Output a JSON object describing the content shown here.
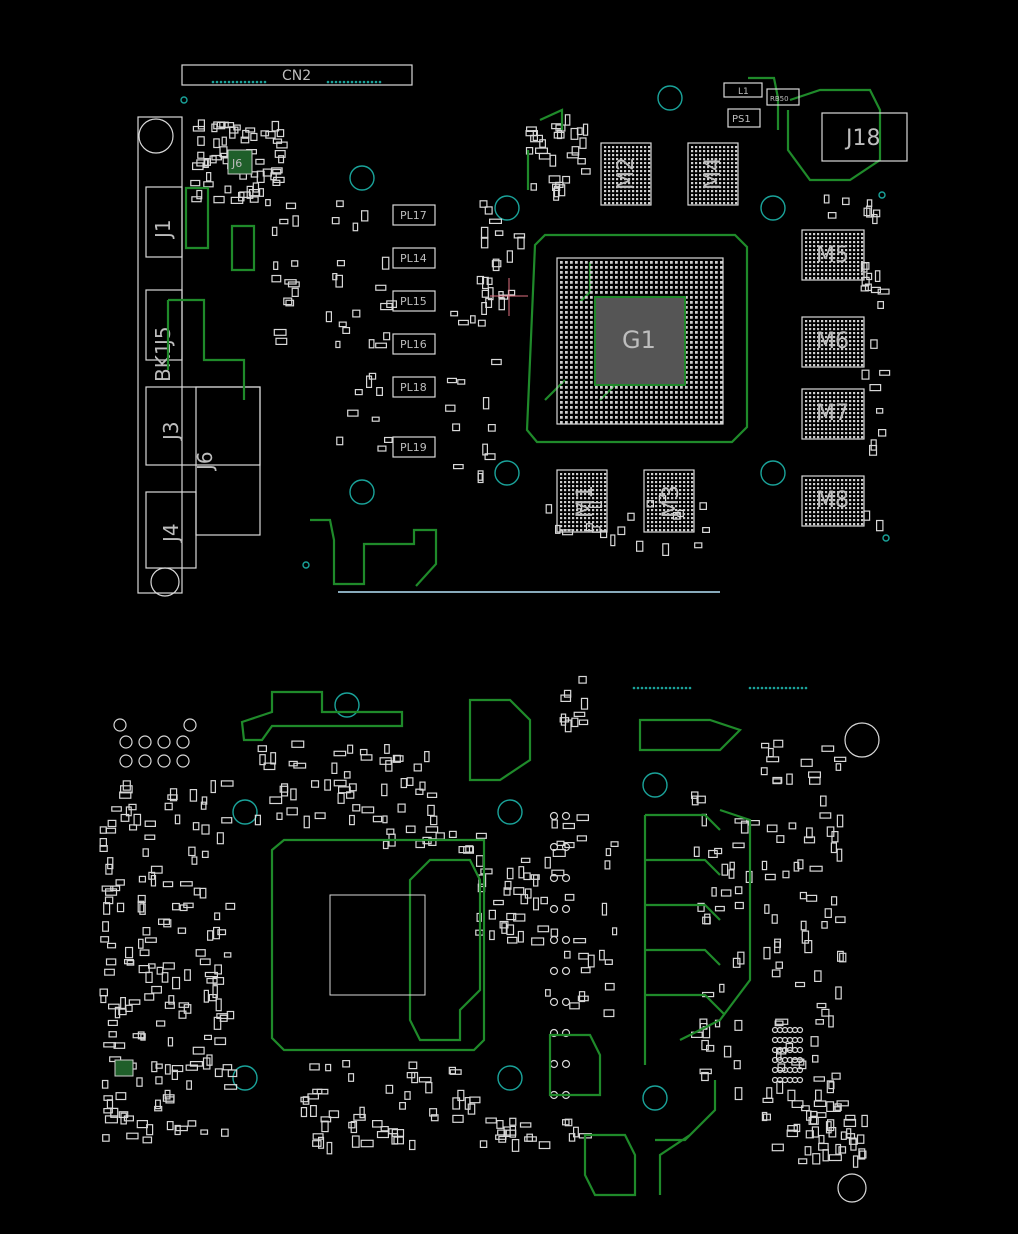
{
  "viewer": {
    "top_side": {
      "labels": {
        "cn2": "CN2",
        "j18": "J18",
        "m2": "M2",
        "m4": "M4",
        "m5": "M5",
        "m6": "M6",
        "m7": "M7",
        "m8": "M8",
        "g1": "G1",
        "m1": "M1",
        "m3": "M3",
        "j1": "J1",
        "j5": "J5",
        "bk1": "BK1",
        "j3": "J3",
        "j6": "J6",
        "j4": "J4",
        "u6": "J6",
        "pl17": "PL17",
        "pl14": "PL14",
        "pl15": "PL15",
        "pl16": "PL16",
        "pl18": "PL18",
        "pl19": "PL19",
        "l1": "L1",
        "ps1": "PS1",
        "rb50": "RB50"
      }
    },
    "colors": {
      "background": "#000000",
      "outline": "#d8d8d8",
      "trace": "#1f8a2a",
      "hole": "#1aa39a",
      "cursor": "#e06070"
    }
  }
}
